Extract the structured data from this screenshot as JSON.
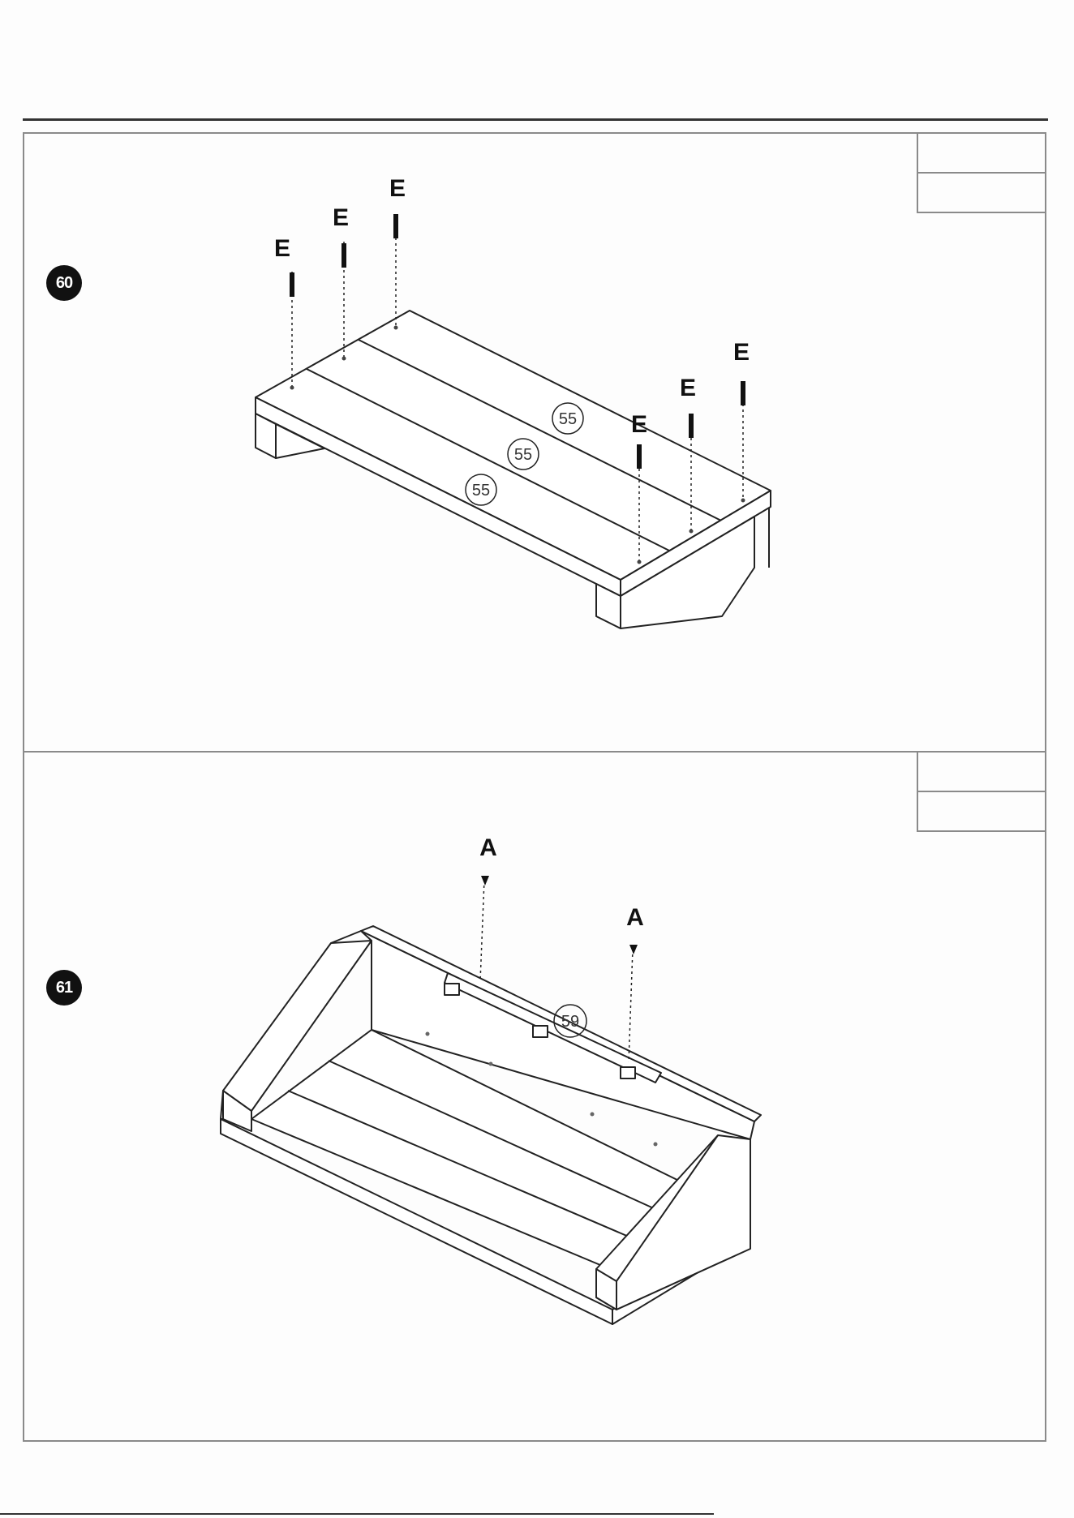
{
  "steps": [
    {
      "number": "60",
      "screw_label": "E",
      "part_label": "55"
    },
    {
      "number": "61",
      "screw_label": "A",
      "part_label": "59"
    }
  ]
}
